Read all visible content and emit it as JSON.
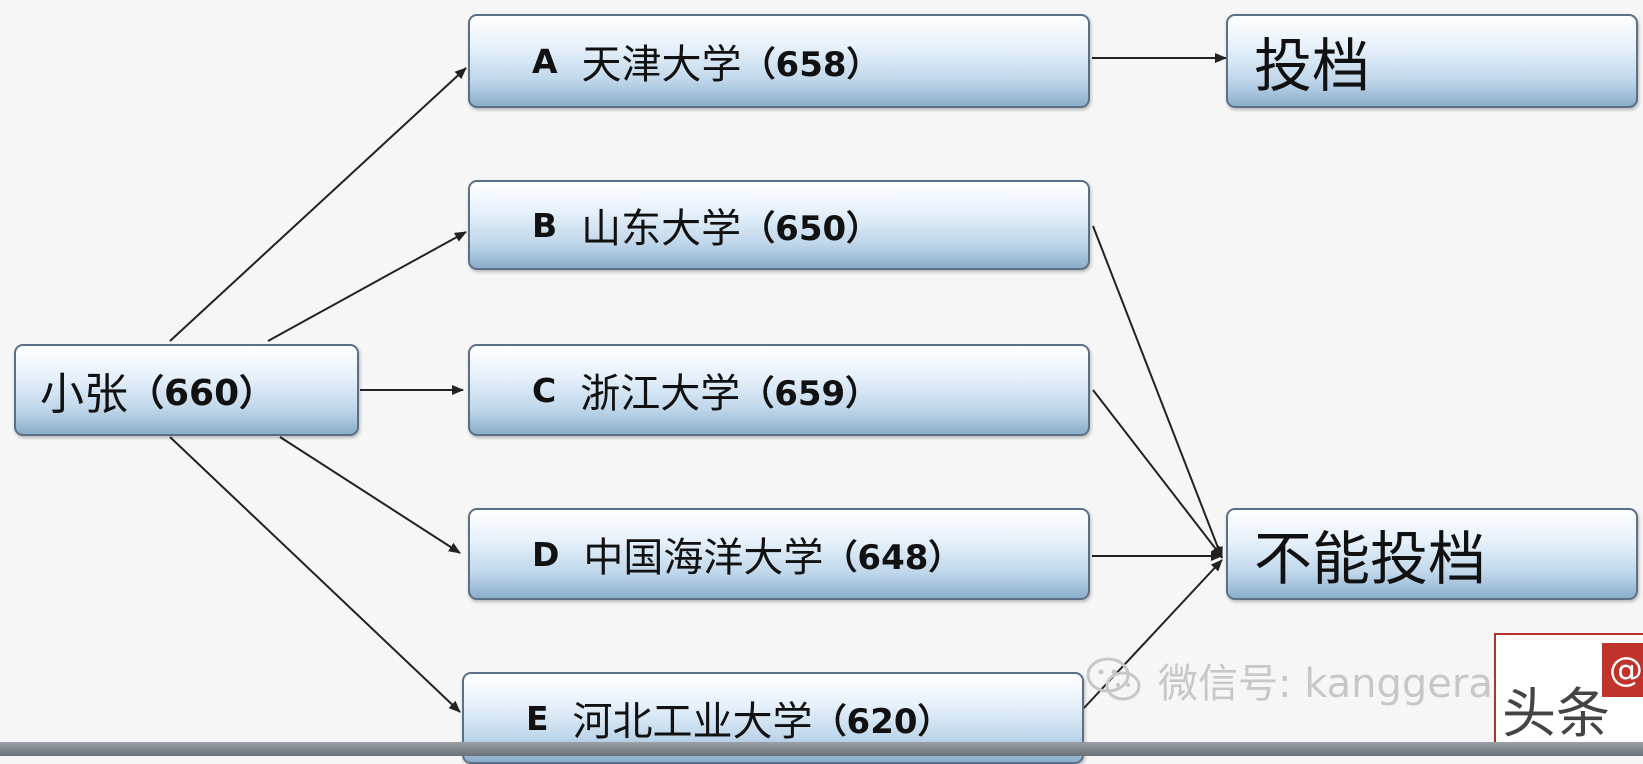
{
  "source": {
    "name": "小张",
    "score": "（660）"
  },
  "universities": [
    {
      "letter": "A",
      "name": "天津大学",
      "score": "（658）"
    },
    {
      "letter": "B",
      "name": "山东大学",
      "score": "（650）"
    },
    {
      "letter": "C",
      "name": "浙江大学",
      "score": "（659）"
    },
    {
      "letter": "D",
      "name": "中国海洋大学",
      "score": "（648）"
    },
    {
      "letter": "E",
      "name": "河北工业大学",
      "score": "（620）"
    }
  ],
  "results": {
    "admit": "投档",
    "reject": "不能投档"
  },
  "watermark": {
    "wechat": "微信号: kanggeragka",
    "logo_text": "头条",
    "logo_mark": "@"
  }
}
